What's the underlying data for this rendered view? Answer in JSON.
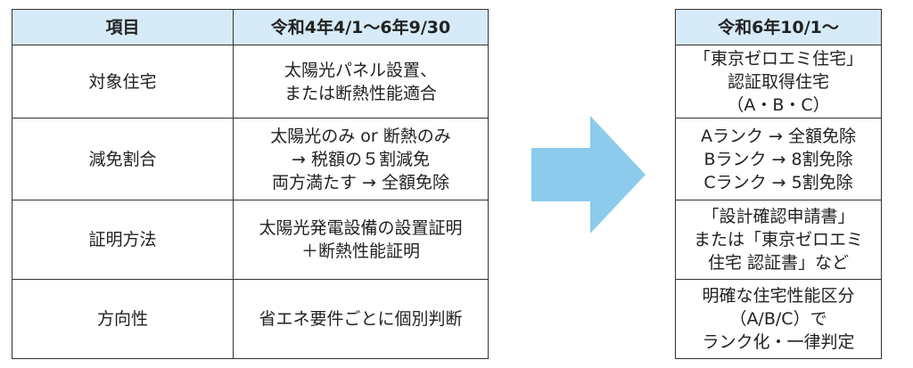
{
  "left_table": {
    "headers": [
      "項目",
      "令和4年4/1〜6年9/30"
    ],
    "rows": [
      {
        "item": "対象住宅",
        "value": "太陽光パネル設置、\nまたは断熱性能適合"
      },
      {
        "item": "減免割合",
        "value": "太陽光のみ or 断熱のみ\n→ 税額の５割減免\n両方満たす → 全額免除"
      },
      {
        "item": "証明方法",
        "value": "太陽光発電設備の設置証明\n＋断熱性能証明"
      },
      {
        "item": "方向性",
        "value": "省エネ要件ごとに個別判断"
      }
    ]
  },
  "right_table": {
    "header": "令和6年10/1〜",
    "rows": [
      "「東京ゼロエミ住宅」\n認証取得住宅\n（A・B・C）",
      "Aランク → 全額免除\nBランク → 8割免除\nCランク → 5割免除",
      "「設計確認申請書」\nまたは「東京ゼロエミ\n住宅 認証書」など",
      "明確な住宅性能区分\n（A/B/C）で\nランク化・一律判定"
    ]
  },
  "colors": {
    "header_bg": "#d6ebf7",
    "arrow": "#8ccbec",
    "border": "#333333"
  },
  "icons": {
    "arrow": "right-arrow-icon"
  }
}
